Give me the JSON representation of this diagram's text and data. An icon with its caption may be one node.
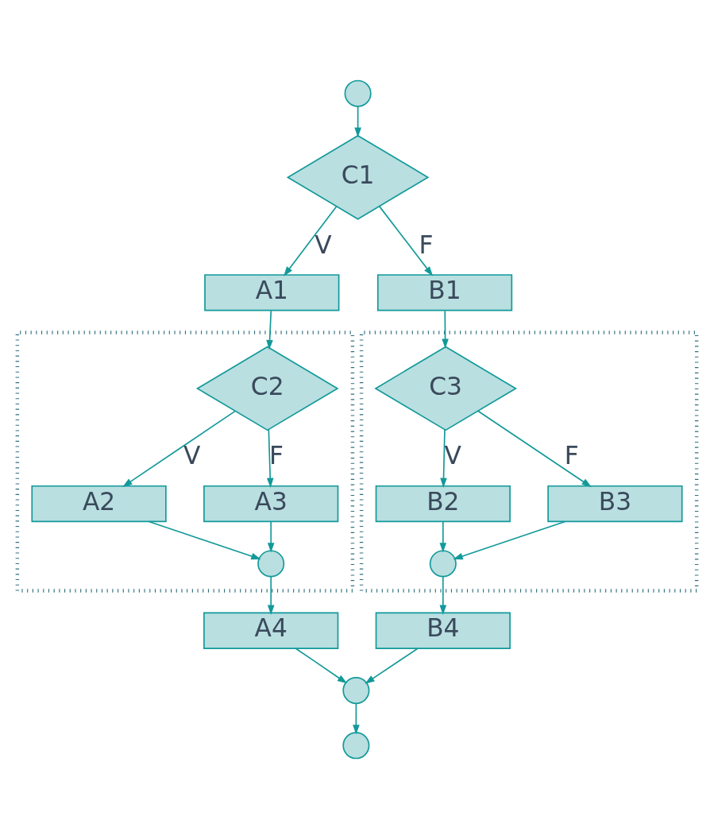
{
  "diagram": {
    "nodes": [
      {
        "text": [],
        "shape": "circle"
      },
      {
        "text": [
          "C1"
        ]
      },
      {
        "text": [
          "A1"
        ]
      },
      {
        "text": [
          "B1"
        ]
      },
      {
        "text": [],
        "shape": "box"
      },
      {
        "text": [
          "C2"
        ],
        "in": 4
      },
      {
        "text": [
          "A2"
        ],
        "in": 4
      },
      {
        "text": [
          "A3"
        ],
        "in": 4
      },
      {
        "text": [],
        "shape": "circle",
        "in": 4
      },
      {
        "text": [],
        "shape": "box"
      },
      {
        "text": [
          "C3"
        ],
        "in": 9
      },
      {
        "text": [
          "B2"
        ],
        "in": 9
      },
      {
        "text": [
          "B3"
        ],
        "in": 9
      },
      {
        "text": [],
        "shape": "circle",
        "in": 9
      },
      {
        "text": [
          "A4"
        ]
      },
      {
        "text": [
          "B4"
        ]
      },
      {
        "text": [],
        "shape": "circle"
      },
      {
        "text": [],
        "shape": "circle"
      }
    ],
    "edges": [
      {
        "from": 0,
        "to": 1,
        "arrow": "to"
      },
      {
        "from": 1,
        "to": 2,
        "arrow": "to",
        "label": "V"
      },
      {
        "from": 1,
        "to": 3,
        "arrow": "to",
        "label": "F"
      },
      {
        "from": 2,
        "to": 5,
        "arrow": "to"
      },
      {
        "from": 3,
        "to": 10,
        "arrow": "to"
      },
      {
        "from": 5,
        "to": 6,
        "arrow": "to",
        "label": "V"
      },
      {
        "from": 5,
        "to": 7,
        "arrow": "to",
        "label": "F"
      },
      {
        "from": 6,
        "to": 8,
        "arrow": "to"
      },
      {
        "from": 7,
        "to": 8,
        "arrow": "to"
      },
      {
        "from": 8,
        "to": 14,
        "arrow": "to"
      },
      {
        "from": 10,
        "to": 11,
        "arrow": "to",
        "label": "V"
      },
      {
        "from": 10,
        "to": 12,
        "arrow": "to",
        "label": "F"
      },
      {
        "from": 11,
        "to": 13,
        "arrow": "to"
      },
      {
        "from": 12,
        "to": 13,
        "arrow": "to"
      },
      {
        "from": 13,
        "to": 15,
        "arrow": "to"
      },
      {
        "from": 14,
        "to": 16,
        "arrow": "to"
      },
      {
        "from": 15,
        "to": 16,
        "arrow": "to"
      },
      {
        "from": 16,
        "to": 17,
        "arrow": "to"
      }
    ]
  }
}
